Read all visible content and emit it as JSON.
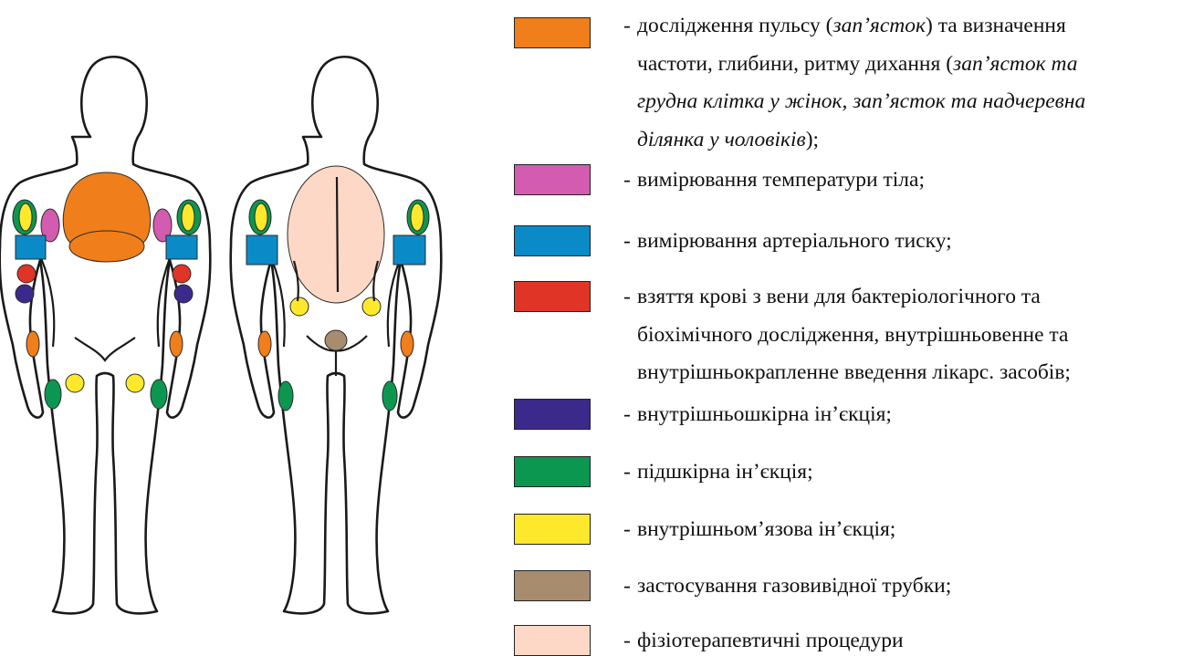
{
  "colors": {
    "pulse": "#F07E1A",
    "temperature": "#D35BB0",
    "pressure": "#0A8BC8",
    "blood": "#E03426",
    "intradermal": "#3B2A8C",
    "subcutaneous": "#0C9750",
    "intramuscular": "#FDE82B",
    "gas_tube": "#A88C6E",
    "physio": "#FDD8C6"
  },
  "legend": [
    {
      "key": "pulse",
      "dash": "-",
      "lines": [
        [
          {
            "t": "дослідження пульсу ("
          },
          {
            "t": "зап’ясток",
            "i": true
          },
          {
            "t": ") та визначення"
          }
        ],
        [
          {
            "t": "частоти, глибини, ритму дихання ("
          },
          {
            "t": "зап’ясток та",
            "i": true
          }
        ],
        [
          {
            "t": "грудна клітка у жінок, зап’ясток та надчеревна",
            "i": true
          }
        ],
        [
          {
            "t": "ділянка у чоловіків",
            "i": true
          },
          {
            "t": ");"
          }
        ]
      ]
    },
    {
      "key": "temperature",
      "dash": "-",
      "lines": [
        [
          {
            "t": "вимірювання температури тіла;"
          }
        ]
      ]
    },
    {
      "key": "pressure",
      "dash": "-",
      "lines": [
        [
          {
            "t": "вимірювання артеріального тиску;"
          }
        ]
      ]
    },
    {
      "key": "blood",
      "dash": "-",
      "lines": [
        [
          {
            "t": "взяття крові з вени для бактеріологічного та"
          }
        ],
        [
          {
            "t": "біохімічного дослідження, внутрішньовенне та"
          }
        ],
        [
          {
            "t": "внутрішньокрапленне введення лікарс. засобів;"
          }
        ]
      ]
    },
    {
      "key": "intradermal",
      "dash": "-",
      "lines": [
        [
          {
            "t": "внутрішньошкірна ін’єкція;"
          }
        ]
      ]
    },
    {
      "key": "subcutaneous",
      "dash": "-",
      "lines": [
        [
          {
            "t": "підшкірна ін’єкція;"
          }
        ]
      ]
    },
    {
      "key": "intramuscular",
      "dash": "-",
      "lines": [
        [
          {
            "t": "внутрішньом’язова ін’єкція;"
          }
        ]
      ]
    },
    {
      "key": "gas_tube",
      "dash": "-",
      "lines": [
        [
          {
            "t": "застосування газовивідної трубки;"
          }
        ]
      ]
    },
    {
      "key": "physio",
      "dash": "-",
      "lines": [
        [
          {
            "t": "фізіотерапевтичні процедури"
          }
        ]
      ]
    }
  ],
  "figures": {
    "front": {
      "name": "front-body-figure",
      "sites": [
        {
          "c": "pulse",
          "name": "chest-pulse-site",
          "shape": "chest"
        },
        {
          "c": "pulse",
          "name": "epigastric-pulse-site",
          "shape": "ellipse",
          "p": [
            117,
            270,
            41,
            17
          ]
        },
        {
          "c": "subcutaneous",
          "name": "left-upper-arm-subcutaneous-site",
          "shape": "ellipse",
          "p": [
            27,
            238,
            13,
            19
          ]
        },
        {
          "c": "intramuscular",
          "name": "left-upper-arm-intramuscular-site",
          "shape": "ellipse",
          "p": [
            28,
            238,
            7,
            15
          ]
        },
        {
          "c": "subcutaneous",
          "name": "right-upper-arm-subcutaneous-site",
          "shape": "ellipse",
          "p": [
            207,
            238,
            13,
            19
          ]
        },
        {
          "c": "intramuscular",
          "name": "right-upper-arm-intramuscular-site",
          "shape": "ellipse",
          "p": [
            206,
            238,
            7,
            15
          ]
        },
        {
          "c": "temperature",
          "name": "left-axilla-temperature-site",
          "shape": "ellipse",
          "p": [
            55,
            247,
            10,
            18
          ]
        },
        {
          "c": "temperature",
          "name": "right-axilla-temperature-site",
          "shape": "ellipse",
          "p": [
            178,
            247,
            10,
            18
          ]
        },
        {
          "c": "pressure",
          "name": "left-arm-pressure-band",
          "shape": "rect",
          "p": [
            17,
            258,
            33,
            26
          ]
        },
        {
          "c": "pressure",
          "name": "right-arm-pressure-band",
          "shape": "rect",
          "p": [
            182,
            258,
            34,
            26
          ]
        },
        {
          "c": "blood",
          "name": "left-elbow-blood-site",
          "shape": "ellipse",
          "p": [
            29,
            300,
            10,
            10
          ]
        },
        {
          "c": "blood",
          "name": "right-elbow-blood-site",
          "shape": "ellipse",
          "p": [
            199,
            300,
            10,
            10
          ]
        },
        {
          "c": "intradermal",
          "name": "left-forearm-intradermal-site",
          "shape": "ellipse",
          "p": [
            27,
            322,
            10,
            10
          ]
        },
        {
          "c": "intradermal",
          "name": "right-forearm-intradermal-site",
          "shape": "ellipse",
          "p": [
            201,
            322,
            10,
            10
          ]
        },
        {
          "c": "pulse",
          "name": "left-wrist-pulse-site",
          "shape": "ellipse",
          "p": [
            36,
            377,
            7,
            14
          ]
        },
        {
          "c": "pulse",
          "name": "right-wrist-pulse-site",
          "shape": "ellipse",
          "p": [
            193,
            377,
            7,
            14
          ]
        },
        {
          "c": "subcutaneous",
          "name": "left-thigh-subcutaneous-site",
          "shape": "ellipse",
          "p": [
            58,
            432,
            9,
            16
          ]
        },
        {
          "c": "subcutaneous",
          "name": "right-thigh-subcutaneous-site",
          "shape": "ellipse",
          "p": [
            174,
            432,
            9,
            16
          ]
        },
        {
          "c": "intramuscular",
          "name": "left-thigh-intramuscular-site",
          "shape": "ellipse",
          "p": [
            82,
            420,
            10,
            10
          ]
        },
        {
          "c": "intramuscular",
          "name": "right-thigh-intramuscular-site",
          "shape": "ellipse",
          "p": [
            148,
            420,
            10,
            10
          ]
        }
      ]
    },
    "back": {
      "name": "back-body-figure",
      "sites": [
        {
          "c": "physio",
          "name": "back-physiotherapy-area",
          "shape": "ellipse",
          "p": [
            368,
            257,
            53,
            75
          ]
        },
        {
          "c": "subcutaneous",
          "name": "back-left-upper-arm-subcutaneous-site",
          "shape": "ellipse",
          "p": [
            285,
            238,
            12,
            19
          ]
        },
        {
          "c": "intramuscular",
          "name": "back-left-upper-arm-intramuscular-site",
          "shape": "ellipse",
          "p": [
            286,
            238,
            7,
            15
          ]
        },
        {
          "c": "subcutaneous",
          "name": "back-right-upper-arm-subcutaneous-site",
          "shape": "ellipse",
          "p": [
            458,
            238,
            12,
            19
          ]
        },
        {
          "c": "intramuscular",
          "name": "back-right-upper-arm-intramuscular-site",
          "shape": "ellipse",
          "p": [
            457,
            238,
            7,
            15
          ]
        },
        {
          "c": "pressure",
          "name": "back-left-arm-pressure-band",
          "shape": "rect",
          "p": [
            270,
            258,
            34,
            32
          ]
        },
        {
          "c": "pressure",
          "name": "back-right-arm-pressure-band",
          "shape": "rect",
          "p": [
            431,
            258,
            35,
            32
          ]
        },
        {
          "c": "intramuscular",
          "name": "back-left-buttock-intramuscular-site",
          "shape": "ellipse",
          "p": [
            328,
            336,
            10,
            10
          ]
        },
        {
          "c": "intramuscular",
          "name": "back-right-buttock-intramuscular-site",
          "shape": "ellipse",
          "p": [
            407,
            336,
            10,
            10
          ]
        },
        {
          "c": "gas_tube",
          "name": "gas-tube-site",
          "shape": "ellipse",
          "p": [
            368,
            373,
            12,
            11
          ]
        },
        {
          "c": "pulse",
          "name": "back-left-wrist-pulse-site",
          "shape": "ellipse",
          "p": [
            290,
            377,
            7,
            14
          ]
        },
        {
          "c": "pulse",
          "name": "back-right-wrist-pulse-site",
          "shape": "ellipse",
          "p": [
            446,
            377,
            7,
            14
          ]
        },
        {
          "c": "subcutaneous",
          "name": "back-left-thigh-subcutaneous-site",
          "shape": "ellipse",
          "p": [
            313,
            434,
            8,
            16
          ]
        },
        {
          "c": "subcutaneous",
          "name": "back-right-thigh-subcutaneous-site",
          "shape": "ellipse",
          "p": [
            427,
            434,
            8,
            16
          ]
        }
      ]
    }
  }
}
